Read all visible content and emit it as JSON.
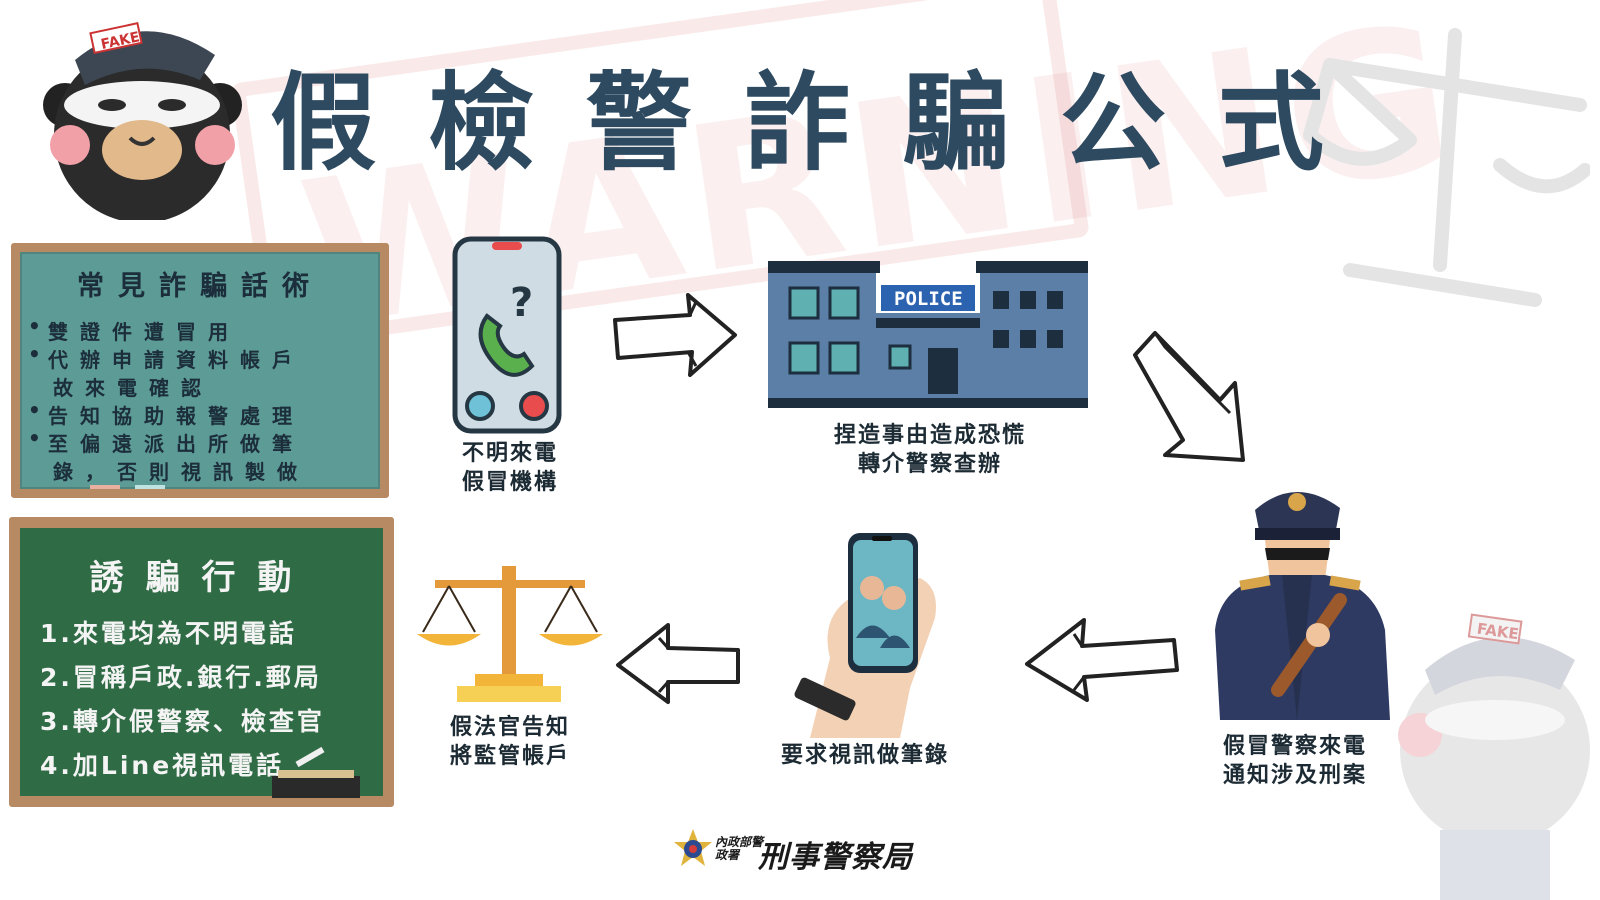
{
  "title": {
    "chars": [
      "假",
      "檢",
      "警",
      "詐",
      "騙",
      "公",
      "式"
    ]
  },
  "stamp": {
    "text": "WARNING"
  },
  "mascot": {
    "cap_text": "FAKE"
  },
  "board_common": {
    "title": "常見詐騙話術",
    "items": [
      "雙證件遭冒用",
      "代辦申請資料帳戶",
      "故來電確認",
      "告知協助報警處理",
      "至偏遠派出所做筆",
      "錄，否則視訊製做"
    ]
  },
  "board_action": {
    "title": "誘騙行動",
    "items": [
      "1.來電均為不明電話",
      "2.冒稱戶政.銀行.郵局",
      "3.轉介假警察、檢查官",
      "4.加Line視訊電話"
    ]
  },
  "steps": {
    "phone": {
      "line1": "不明來電",
      "line2": "假冒機構"
    },
    "police_station": {
      "sign": "POLICE",
      "line1": "捏造事由造成恐慌",
      "line2": "轉介警察查辦"
    },
    "fake_police": {
      "line1": "假冒警察來電",
      "line2": "通知涉及刑案"
    },
    "video_call": {
      "line1": "要求視訊做筆錄"
    },
    "judge": {
      "line1": "假法官告知",
      "line2": "將監管帳戶"
    }
  },
  "footer": {
    "org_small": "內政部警政署",
    "org_big": "刑事警察局"
  },
  "colors": {
    "title": "#2e4a60",
    "board1": "#5d9c96",
    "board2": "#2f6b45",
    "frame": "#b88a63",
    "stamp": "#dc7878"
  }
}
